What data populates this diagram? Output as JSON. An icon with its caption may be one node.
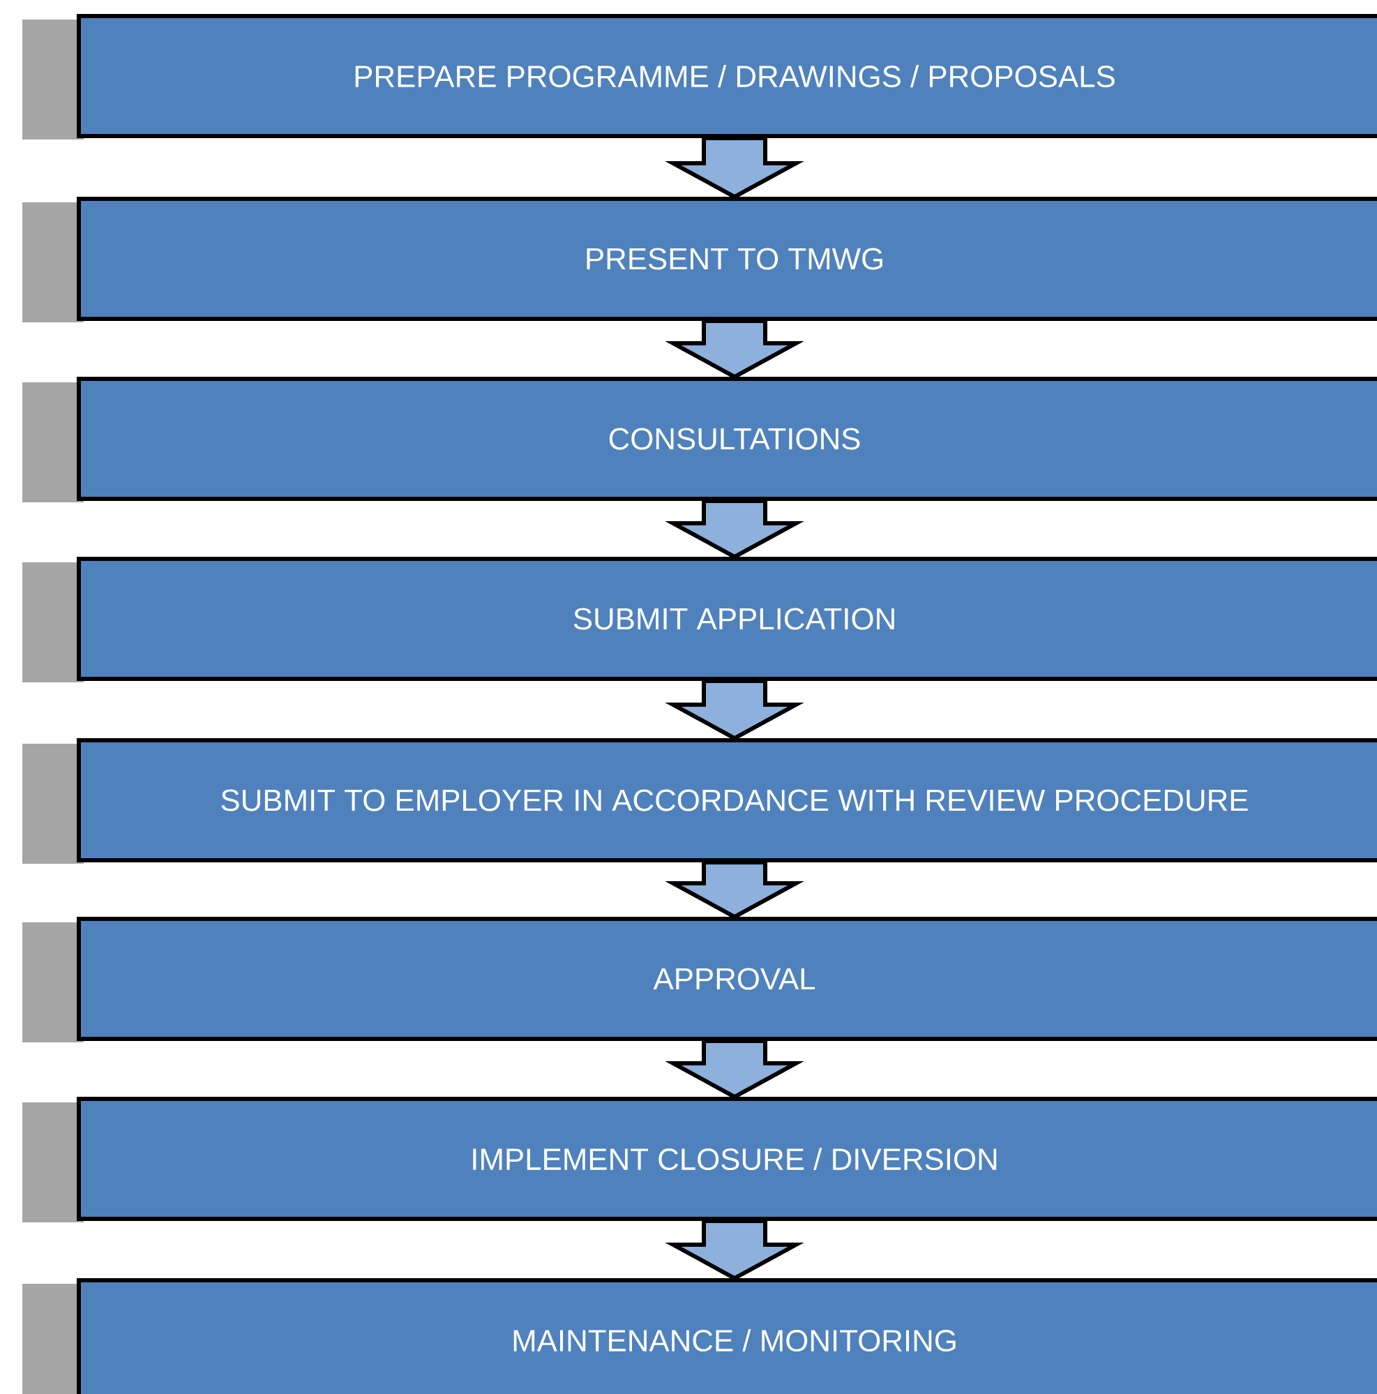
{
  "diagram": {
    "nodes": [
      {
        "text": [
          "PREPARE PROGRAMME / DRAWINGS / PROPOSALS"
        ]
      },
      {
        "text": [
          "PRESENT TO TMWG"
        ]
      },
      {
        "text": [
          "CONSULTATIONS"
        ]
      },
      {
        "text": [
          "SUBMIT APPLICATION"
        ]
      },
      {
        "text": [
          "SUBMIT TO EMPLOYER IN ACCORDANCE WITH REVIEW PROCEDURE"
        ]
      },
      {
        "text": [
          "APPROVAL"
        ]
      },
      {
        "text": [
          "IMPLEMENT CLOSURE / DIVERSION"
        ]
      },
      {
        "text": [
          "MAINTENANCE / MONITORING"
        ]
      }
    ],
    "edges": [
      {
        "from": 0,
        "to": 1,
        "arrow": "to"
      },
      {
        "from": 1,
        "to": 2,
        "arrow": "to"
      },
      {
        "from": 2,
        "to": 3,
        "arrow": "to"
      },
      {
        "from": 3,
        "to": 4,
        "arrow": "to"
      },
      {
        "from": 4,
        "to": 5,
        "arrow": "to"
      },
      {
        "from": 5,
        "to": 6,
        "arrow": "to"
      },
      {
        "from": 6,
        "to": 7,
        "arrow": "to"
      }
    ]
  }
}
